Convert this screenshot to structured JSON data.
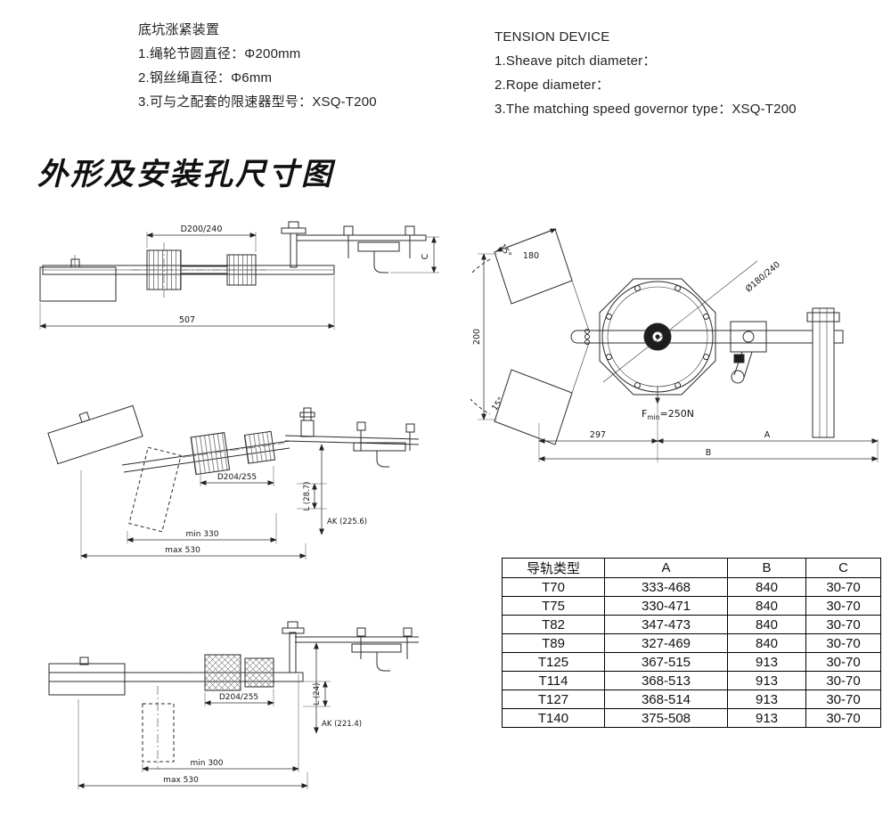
{
  "specs_cn": {
    "title": "底坑涨紧装置",
    "items": [
      "1.绳轮节圆直径：Φ200mm",
      "2.钢丝绳直径：Φ6mm",
      "3.可与之配套的限速器型号：XSQ-T200"
    ]
  },
  "specs_en": {
    "title": "TENSION DEVICE",
    "items": [
      "1.Sheave pitch diameter：",
      "2.Rope diameter：",
      "3.The matching speed governor type：XSQ-T200"
    ]
  },
  "section_title": "外形及安装孔尺寸图",
  "drawing_side": {
    "dim_pitch": "D200/240",
    "dim_total": "507",
    "dim_c": "C"
  },
  "drawing_front": {
    "dim_180": "180",
    "angle_top": "15°",
    "angle_bottom": "15°",
    "dim_200": "200",
    "dim_dia": "Ø180/240",
    "force_f": "F",
    "force_sub": "min",
    "force_val": "=250N",
    "dim_297": "297",
    "dim_a": "A",
    "dim_b": "B"
  },
  "drawing_tilted": {
    "dim_pitch": "D204/255",
    "dim_l": "L (28.7)",
    "dim_ak": "AK (225.6)",
    "dim_min": "min 330",
    "dim_max": "max 530"
  },
  "drawing_bottom": {
    "dim_pitch": "D204/255",
    "dim_l": "L (24)",
    "dim_ak": "AK (221.4)",
    "dim_min": "min 300",
    "dim_max": "max 530"
  },
  "table": {
    "headers": [
      "导轨类型",
      "A",
      "B",
      "C"
    ],
    "rows": [
      [
        "T70",
        "333-468",
        "840",
        "30-70"
      ],
      [
        "T75",
        "330-471",
        "840",
        "30-70"
      ],
      [
        "T82",
        "347-473",
        "840",
        "30-70"
      ],
      [
        "T89",
        "327-469",
        "840",
        "30-70"
      ],
      [
        "T125",
        "367-515",
        "913",
        "30-70"
      ],
      [
        "T114",
        "368-513",
        "913",
        "30-70"
      ],
      [
        "T127",
        "368-514",
        "913",
        "30-70"
      ],
      [
        "T140",
        "375-508",
        "913",
        "30-70"
      ]
    ]
  }
}
